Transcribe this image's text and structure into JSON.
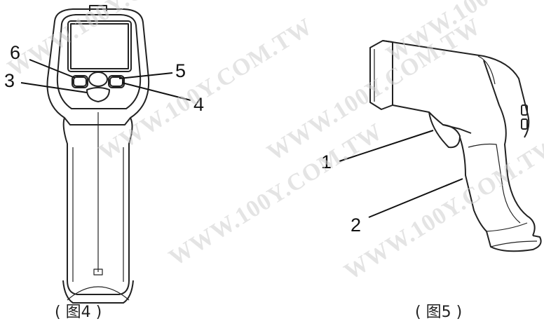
{
  "figure4": {
    "caption": "( 图4 )",
    "callouts": [
      {
        "id": "6",
        "label": "6"
      },
      {
        "id": "5",
        "label": "5"
      },
      {
        "id": "3",
        "label": "3"
      },
      {
        "id": "4",
        "label": "4"
      }
    ]
  },
  "figure5": {
    "caption": "( 图5 )",
    "callouts": [
      {
        "id": "1",
        "label": "1"
      },
      {
        "id": "2",
        "label": "2"
      }
    ]
  },
  "watermark": {
    "text": "WWW.100Y.COM.TW"
  },
  "colors": {
    "line": "#222222",
    "watermark": "#cfcfcf",
    "background": "#ffffff"
  }
}
